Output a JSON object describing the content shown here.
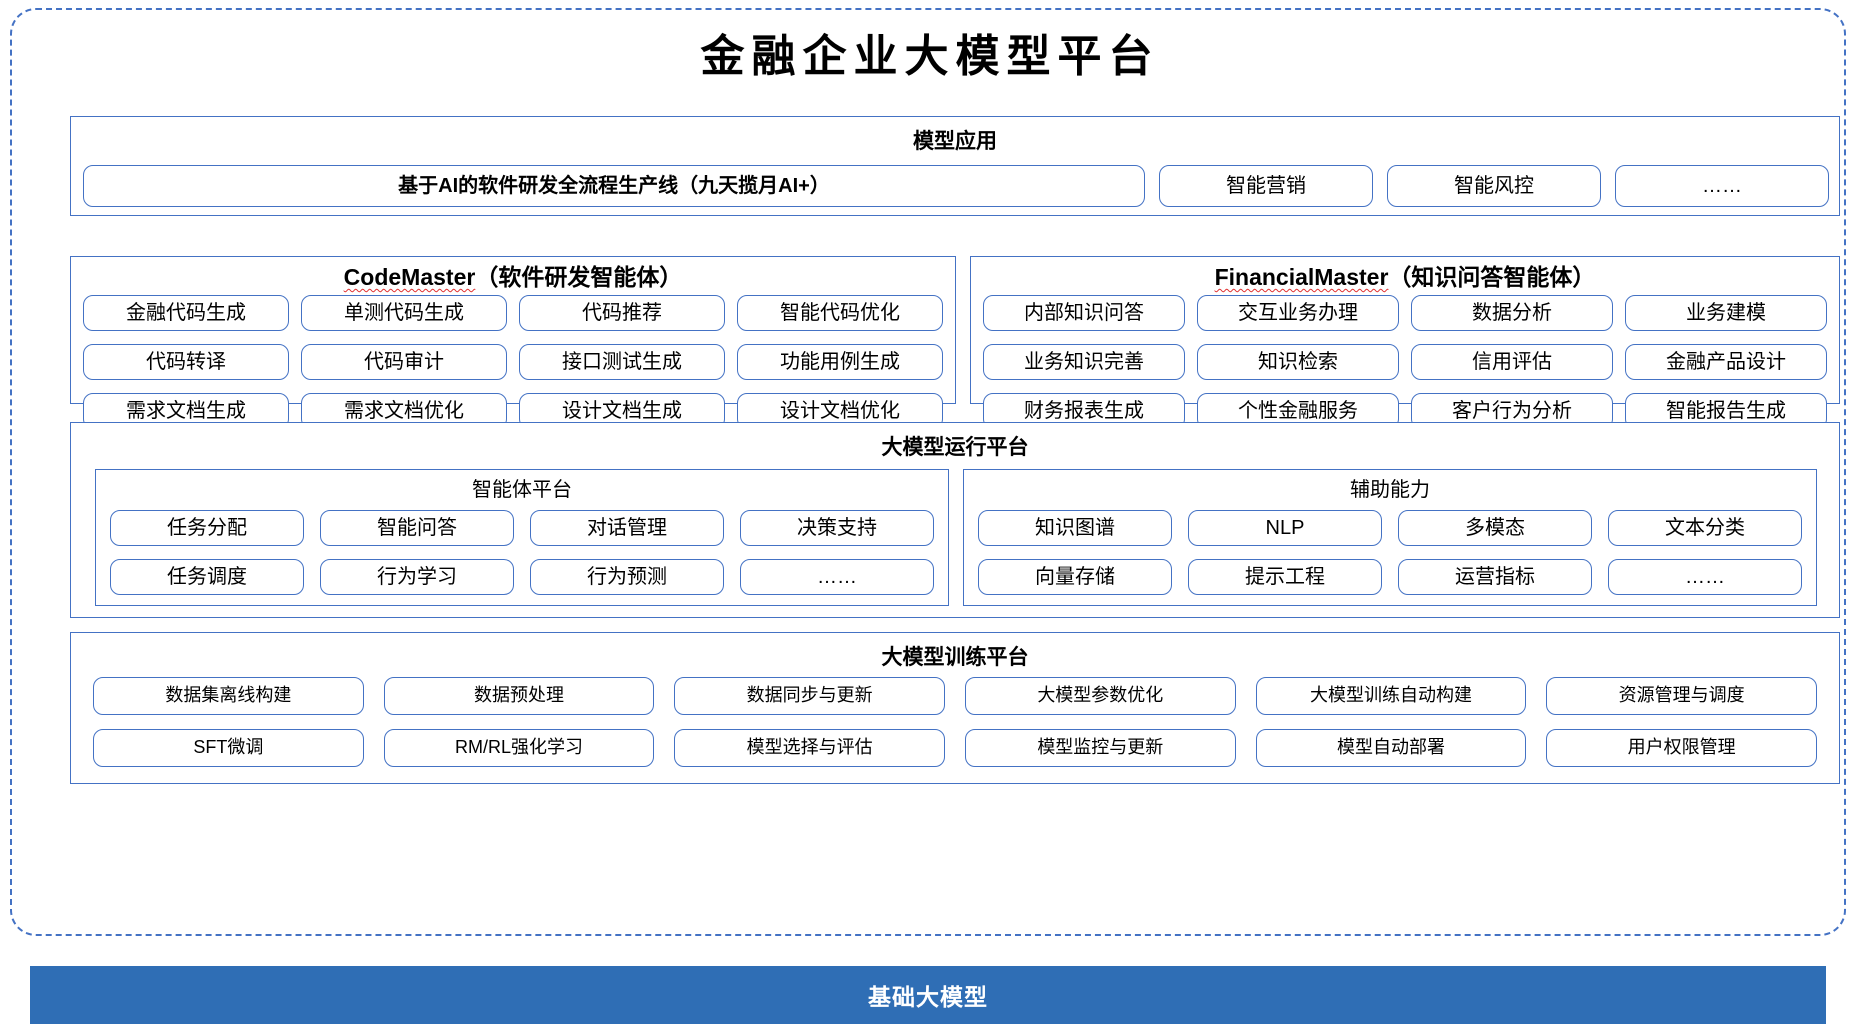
{
  "page": {
    "title": "金融企业大模型平台",
    "accent_color": "#4472c4",
    "foundation_bar_color": "#2f6eb5"
  },
  "model_application": {
    "title": "模型应用",
    "wide_item": "基于AI的软件研发全流程生产线（九天揽月AI+）",
    "items": [
      "智能营销",
      "智能风控",
      "……"
    ]
  },
  "agents": [
    {
      "name": "CodeMaster",
      "subtitle": "（软件研发智能体）",
      "capabilities": [
        "金融代码生成",
        "单测代码生成",
        "代码推荐",
        "智能代码优化",
        "代码转译",
        "代码审计",
        "接口测试生成",
        "功能用例生成",
        "需求文档生成",
        "需求文档优化",
        "设计文档生成",
        "设计文档优化"
      ]
    },
    {
      "name": "FinancialMaster",
      "subtitle": "（知识问答智能体）",
      "capabilities": [
        "内部知识问答",
        "交互业务办理",
        "数据分析",
        "业务建模",
        "业务知识完善",
        "知识检索",
        "信用评估",
        "金融产品设计",
        "财务报表生成",
        "个性金融服务",
        "客户行为分析",
        "智能报告生成"
      ]
    }
  ],
  "runtime_platform": {
    "title": "大模型运行平台",
    "sub_panels": [
      {
        "title": "智能体平台",
        "items": [
          "任务分配",
          "智能问答",
          "对话管理",
          "决策支持",
          "任务调度",
          "行为学习",
          "行为预测",
          "……"
        ]
      },
      {
        "title": "辅助能力",
        "items": [
          "知识图谱",
          "NLP",
          "多模态",
          "文本分类",
          "向量存储",
          "提示工程",
          "运营指标",
          "……"
        ]
      }
    ]
  },
  "training_platform": {
    "title": "大模型训练平台",
    "items": [
      "数据集离线构建",
      "数据预处理",
      "数据同步与更新",
      "大模型参数优化",
      "大模型训练自动构建",
      "资源管理与调度",
      "SFT微调",
      "RM/RL强化学习",
      "模型选择与评估",
      "模型监控与更新",
      "模型自动部署",
      "用户权限管理"
    ]
  },
  "foundation": {
    "label": "基础大模型"
  }
}
